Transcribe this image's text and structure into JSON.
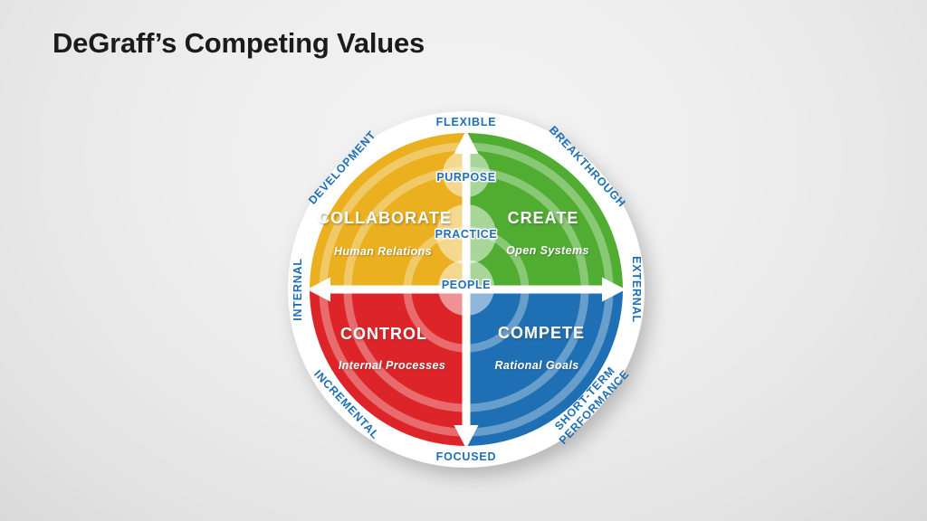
{
  "slide": {
    "title": "DeGraff’s Competing Values"
  },
  "diagram": {
    "label_color": "#1E6FB6",
    "axis": {
      "top": "FLEXIBLE",
      "bottom": "FOCUSED",
      "left": "INTERNAL",
      "right": "EXTERNAL"
    },
    "rim": {
      "top_left": "DEVELOPMENT",
      "top_right": "BREAKTHROUGH",
      "bottom_left": "INCREMENTAL",
      "bottom_right_line1": "SHORT-TERM",
      "bottom_right_line2": "PERFORMANCE"
    },
    "quadrants": {
      "collaborate": {
        "name": "COLLABORATE",
        "subtitle": "Human Relations",
        "color": "#EAB01F"
      },
      "create": {
        "name": "CREATE",
        "subtitle": "Open Systems",
        "color": "#50AD32"
      },
      "control": {
        "name": "CONTROL",
        "subtitle": "Internal Processes",
        "color": "#DD2428"
      },
      "compete": {
        "name": "COMPETE",
        "subtitle": "Rational Goals",
        "color": "#1F6FB4"
      }
    },
    "core": {
      "purpose": "PURPOSE",
      "practice": "PRACTICE",
      "people": "PEOPLE"
    }
  }
}
